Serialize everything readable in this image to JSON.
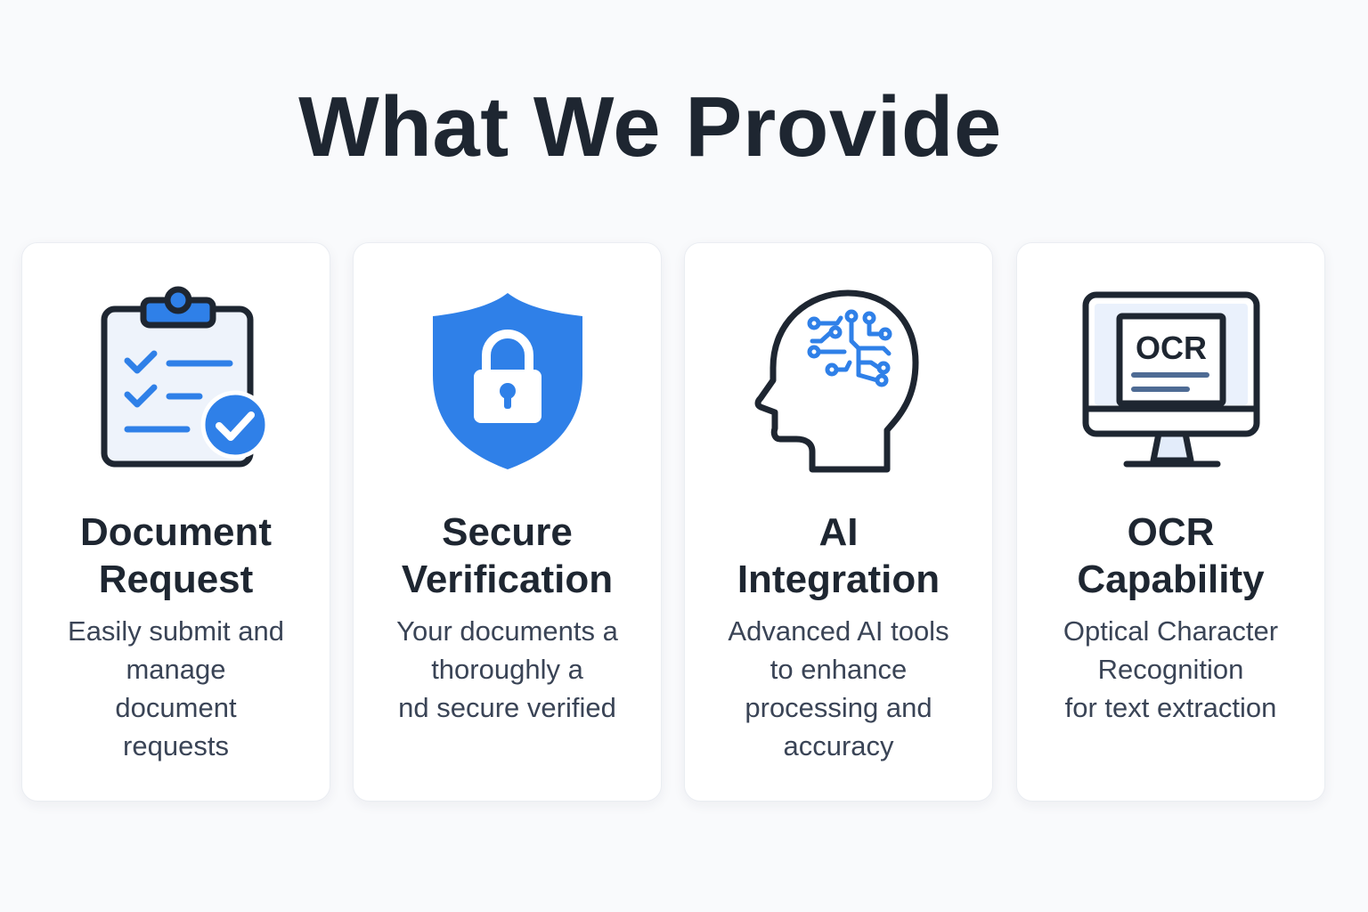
{
  "header": {
    "title": "What We Provide"
  },
  "colors": {
    "accent": "#2f80e8",
    "outline": "#1e2631",
    "icon_fill_light": "#eef3fb"
  },
  "cards": [
    {
      "icon": "clipboard-checklist-icon",
      "title": "Document\nRequest",
      "description": "Easily submit and\nmanage\ndocument\nrequests"
    },
    {
      "icon": "shield-lock-icon",
      "title": "Secure\nVerification",
      "description": "Your documents a\nthoroughly a\nnd secure verified"
    },
    {
      "icon": "ai-head-circuit-icon",
      "title": "AI\nIntegration",
      "description": "Advanced AI tools\nto enhance\nprocessing and\naccuracy"
    },
    {
      "icon": "monitor-ocr-icon",
      "icon_text": "OCR",
      "title": "OCR\nCapability",
      "description": "Optical Character\nRecognition\nfor text extraction"
    }
  ]
}
